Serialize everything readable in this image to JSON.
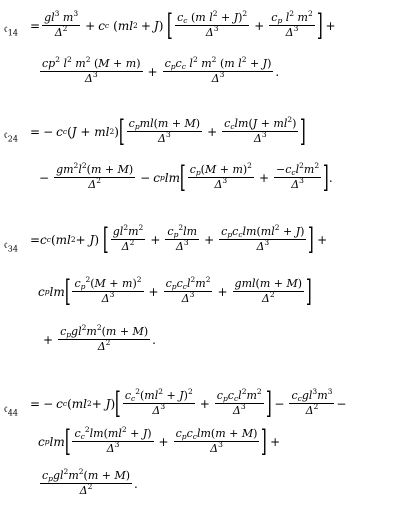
{
  "equations": [
    {
      "label": "𝔠",
      "index": "14",
      "lines": [
        "=<span class='frac'><span class='num'>gl<sup>3</sup> m<sup>3</sup></span><span class='den'>Δ<sup>2</sup></span></span><span class='op'>+</span>c<sub class='s'>c</sub><span class='sp'></span><span class='up'>(</span>ml<sup>2</sup><span class='op'>+</span>J<span class='up'>)</span><span class='sp'></span><span class='big'>[</span><span class='frac'><span class='num'>c<sub class='s'>c</sub><span class='up'> (</span>m l<sup>2</sup> + J<span class='up'>)</span><sup>2</sup></span><span class='den'>Δ<sup>3</sup></span></span><span class='op'>+</span><span class='frac'><span class='num'>c<sub class='s'>p</sub> l<sup>2</sup> m<sup>2</sup></span><span class='den'>Δ<sup>3</sup></span></span><span class='big'>]</span><span class='op'>+</span>",
        "<span class='frac'><span class='num'>cp<sup>2</sup> l<sup>2</sup> m<sup>2</sup> <span class='up'>(</span>M + m<span class='up'>)</span></span><span class='den'>Δ<sup>3</sup></span></span><span class='op'>+</span><span class='frac'><span class='num'>c<sub class='s'>p</sub>c<sub class='s'>c</sub> l<sup>2</sup> m<sup>2</sup> <span class='up'>(</span>m l<sup>2</sup> + J<span class='up'>)</span></span><span class='den'>Δ<sup>3</sup></span></span><span class='up'>.</span>"
      ]
    },
    {
      "label": "𝔠",
      "index": "24",
      "lines": [
        "=<span class='op'>−</span>c<sub class='s'>c</sub><span class='up'>(</span>J + ml<sup>2</sup><span class='up'>)</span><span class='big'>[</span><span class='frac'><span class='num'>c<sub class='s'>p</sub>ml<span class='up'>(</span>m + M<span class='up'>)</span></span><span class='den'>Δ<sup>3</sup></span></span><span class='op'>+</span><span class='frac'><span class='num'>c<sub class='s'>c</sub>lm<span class='up'>(</span>J + ml<sup>2</sup><span class='up'>)</span></span><span class='den'>Δ<sup>3</sup></span></span><span class='big'>]</span>",
        "<span class='op'>−</span><span class='frac'><span class='num'>gm<sup>2</sup>l<sup>2</sup><span class='up'>(</span>m + M<span class='up'>)</span></span><span class='den'>Δ<sup>2</sup></span></span><span class='op'>−</span>c<sub class='s'>p</sub>lm<span class='big'>[</span><span class='frac'><span class='num'>c<sub class='s'>p</sub><span class='up'>(</span>M + m<span class='up'>)</span><sup>2</sup></span><span class='den'>Δ<sup>3</sup></span></span><span class='op'>+</span><span class='frac'><span class='num'>−c<sub class='s'>c</sub>l<sup>2</sup>m<sup>2</sup></span><span class='den'>Δ<sup>3</sup></span></span><span class='big'>]</span><span class='up'>.</span>"
      ]
    },
    {
      "label": "𝔠",
      "index": "34",
      "lines": [
        "=c<sub class='s'>c</sub><span class='up'>(</span>ml<sup>2</sup> + J<span class='up'>)</span><span class='sp'></span><span class='big'>[</span><span class='frac'><span class='num'>gl<sup>2</sup>m<sup>2</sup></span><span class='den'>Δ<sup>2</sup></span></span><span class='op'>+</span><span class='frac'><span class='num'>c<sub class='s'>p</sub><sup>2</sup>lm</span><span class='den'>Δ<sup>3</sup></span></span><span class='op'>+</span><span class='frac'><span class='num'>c<sub class='s'>p</sub>c<sub class='s'>c</sub>lm<span class='up'>(</span>ml<sup>2</sup> + J<span class='up'>)</span></span><span class='den'>Δ<sup>3</sup></span></span><span class='big'>]</span><span class='op'>+</span>",
        "c<sub class='s'>p</sub>lm<span class='big'>[</span><span class='frac'><span class='num'>c<sub class='s'>p</sub><sup>2</sup><span class='up'>(</span>M + m<span class='up'>)</span><sup>2</sup></span><span class='den'>Δ<sup>3</sup></span></span><span class='op'>+</span><span class='frac'><span class='num'>c<sub class='s'>p</sub>c<sub class='s'>c</sub>l<sup>2</sup>m<sup>2</sup></span><span class='den'>Δ<sup>3</sup></span></span><span class='op'>+</span><span class='frac'><span class='num'>gml<span class='up'>(</span>m + M<span class='up'>)</span></span><span class='den'>Δ<sup>2</sup></span></span><span class='big'>]</span>",
        "<span class='op'>+</span><span class='frac'><span class='num'>c<sub class='s'>p</sub>gl<sup>2</sup>m<sup>2</sup><span class='up'>(</span>m + M<span class='up'>)</span></span><span class='den'>Δ<sup>2</sup></span></span><span class='up'>.</span>"
      ]
    },
    {
      "label": "𝔠",
      "index": "44",
      "lines": [
        "=<span class='op'>−</span>c<sub class='s'>c</sub><span class='up'>(</span>ml<sup>2</sup> + J<span class='up'>)</span><span class='big'>[</span><span class='frac'><span class='num'>c<sub class='s'>c</sub><sup>2</sup><span class='up'>(</span>ml<sup>2</sup> + J<span class='up'>)</span><sup>2</sup></span><span class='den'>Δ<sup>3</sup></span></span><span class='op'>+</span><span class='frac'><span class='num'>c<sub class='s'>p</sub>c<sub class='s'>c</sub>l<sup>2</sup>m<sup>2</sup></span><span class='den'>Δ<sup>3</sup></span></span><span class='big'>]</span><span class='op'>−</span><span class='frac'><span class='num'>c<sub class='s'>c</sub>gl<sup>3</sup>m<sup>3</sup></span><span class='den'>Δ<sup>2</sup></span></span><span class='up'>−</span>",
        "c<sub class='s'>p</sub>lm<span class='big'>[</span><span class='frac'><span class='num'>c<sub class='s'>c</sub><sup>2</sup>lm<span class='up'>(</span>ml<sup>2</sup> + J<span class='up'>)</span></span><span class='den'>Δ<sup>3</sup></span></span><span class='op'>+</span><span class='frac'><span class='num'>c<sub class='s'>p</sub>c<sub class='s'>c</sub>lm<span class='up'>(</span>m + M<span class='up'>)</span></span><span class='den'>Δ<sup>3</sup></span></span><span class='big'>]</span><span class='op'>+</span>",
        "<span class='frac'><span class='num'>c<sub class='s'>p</sub>gl<sup>2</sup>m<sup>2</sup><span class='up'>(</span>m + M<span class='up'>)</span></span><span class='den'>Δ<sup>2</sup></span></span><span class='up'>.</span>"
      ]
    }
  ]
}
